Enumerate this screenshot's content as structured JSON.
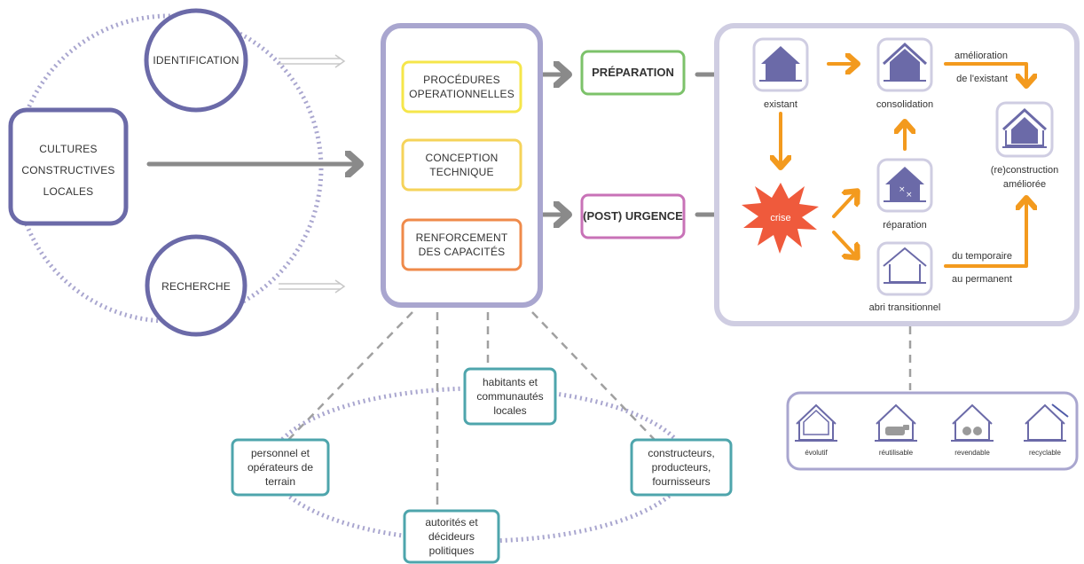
{
  "left": {
    "cultures": "CULTURES\nCONSTRUCTIVES\nLOCALES",
    "identification": "IDENTIFICATION",
    "recherche": "RECHERCHE"
  },
  "center": {
    "procedures": "PROCÉDURES\nOPERATIONNELLES",
    "conception": "CONCEPTION\nTECHNIQUE",
    "renforcement": "RENFORCEMENT\nDES CAPACITÉS"
  },
  "phases": {
    "preparation": "PRÉPARATION",
    "urgence": "(POST) URGENCE"
  },
  "process": {
    "existant": "existant",
    "consolidation": "consolidation",
    "amelioration_1": "amélioration",
    "amelioration_2": "de l'existant",
    "reconstruction": "(re)construction\naméliorée",
    "crise": "crise",
    "reparation": "réparation",
    "temporaire_1": "du temporaire",
    "temporaire_2": "au permanent",
    "abri": "abri transitionnel"
  },
  "shelter_types": [
    "évolutif",
    "réutilisable",
    "revendable",
    "recyclable"
  ],
  "actors": {
    "habitants": "habitants et\ncommunautés\nlocales",
    "personnel": "personnel et\nopérateurs de\nterrain",
    "constructeurs": "constructeurs,\nproducteurs,\nfournisseurs",
    "autorites": "autorités et\ndécideurs\npolitiques"
  },
  "colors": {
    "purple": "#6b6aa8",
    "light_purple": "#a9a6cf",
    "panel": "#cfcde2",
    "gray_arrow": "#888888",
    "orange": "#f39a1e",
    "crise": "#ef5a3c",
    "teal": "#4ea5ac",
    "green": "#7cc26a",
    "magenta": "#c872b7",
    "yellow": "#f5e64a",
    "yellow2": "#f5d35a",
    "orange_box": "#ef8a4a"
  }
}
